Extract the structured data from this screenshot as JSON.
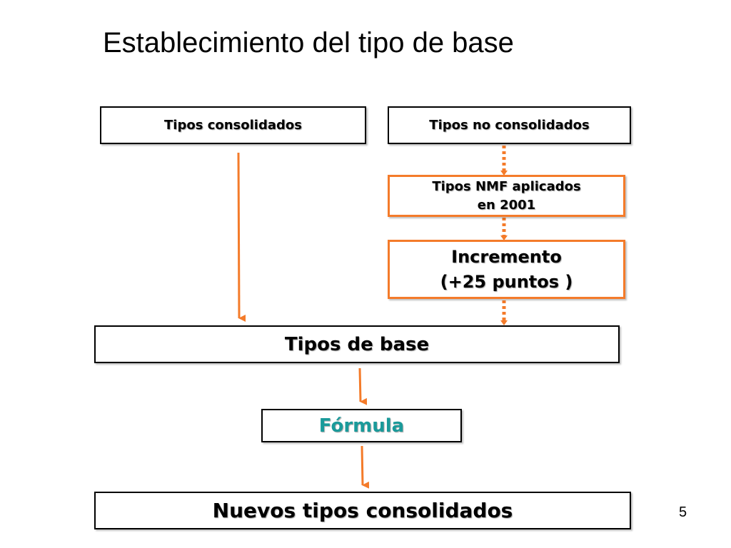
{
  "slide": {
    "title": "Establecimiento del tipo de base",
    "page_number": "5"
  },
  "colors": {
    "arrow": "#f47b2a",
    "formula_text": "#1a9a9a",
    "box_border": "#000000",
    "highlight_border": "#f47b2a"
  },
  "nodes": {
    "consolidated": "Tipos consolidados",
    "non_consolidated": "Tipos no consolidados",
    "nmf_line1": "Tipos NMF aplicados",
    "nmf_line2": "en 2001",
    "increment_line1": "Incremento",
    "increment_line2": "(+25 puntos )",
    "base": "Tipos de base",
    "formula": "Fórmula",
    "new_consolidated": "Nuevos tipos consolidados"
  }
}
